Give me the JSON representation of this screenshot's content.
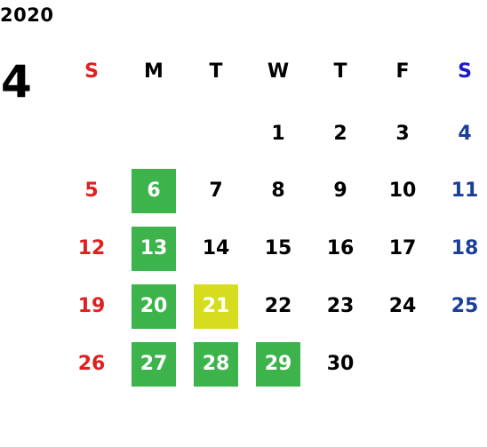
{
  "year": "2020",
  "month": "4",
  "weekdays": [
    {
      "label": "S",
      "color": "#e02020"
    },
    {
      "label": "M",
      "color": "#000000"
    },
    {
      "label": "T",
      "color": "#000000"
    },
    {
      "label": "W",
      "color": "#000000"
    },
    {
      "label": "T",
      "color": "#000000"
    },
    {
      "label": "F",
      "color": "#000000"
    },
    {
      "label": "S",
      "color": "#1a1acc"
    }
  ],
  "colors": {
    "sunday": "#e02020",
    "saturday": "#1a3f99",
    "weekday": "#000000",
    "highlight_green": "#3cb44b",
    "highlight_yellow": "#d6dd1f"
  },
  "weeks": [
    [
      null,
      null,
      null,
      {
        "day": "1"
      },
      {
        "day": "2"
      },
      {
        "day": "3"
      },
      {
        "day": "4"
      }
    ],
    [
      {
        "day": "5"
      },
      {
        "day": "6",
        "highlight": "green"
      },
      {
        "day": "7"
      },
      {
        "day": "8"
      },
      {
        "day": "9"
      },
      {
        "day": "10"
      },
      {
        "day": "11"
      }
    ],
    [
      {
        "day": "12"
      },
      {
        "day": "13",
        "highlight": "green"
      },
      {
        "day": "14"
      },
      {
        "day": "15"
      },
      {
        "day": "16"
      },
      {
        "day": "17"
      },
      {
        "day": "18"
      }
    ],
    [
      {
        "day": "19"
      },
      {
        "day": "20",
        "highlight": "green"
      },
      {
        "day": "21",
        "highlight": "yellow"
      },
      {
        "day": "22"
      },
      {
        "day": "23"
      },
      {
        "day": "24"
      },
      {
        "day": "25"
      }
    ],
    [
      {
        "day": "26"
      },
      {
        "day": "27",
        "highlight": "green"
      },
      {
        "day": "28",
        "highlight": "green"
      },
      {
        "day": "29",
        "highlight": "green"
      },
      {
        "day": "30"
      },
      null,
      null
    ]
  ]
}
